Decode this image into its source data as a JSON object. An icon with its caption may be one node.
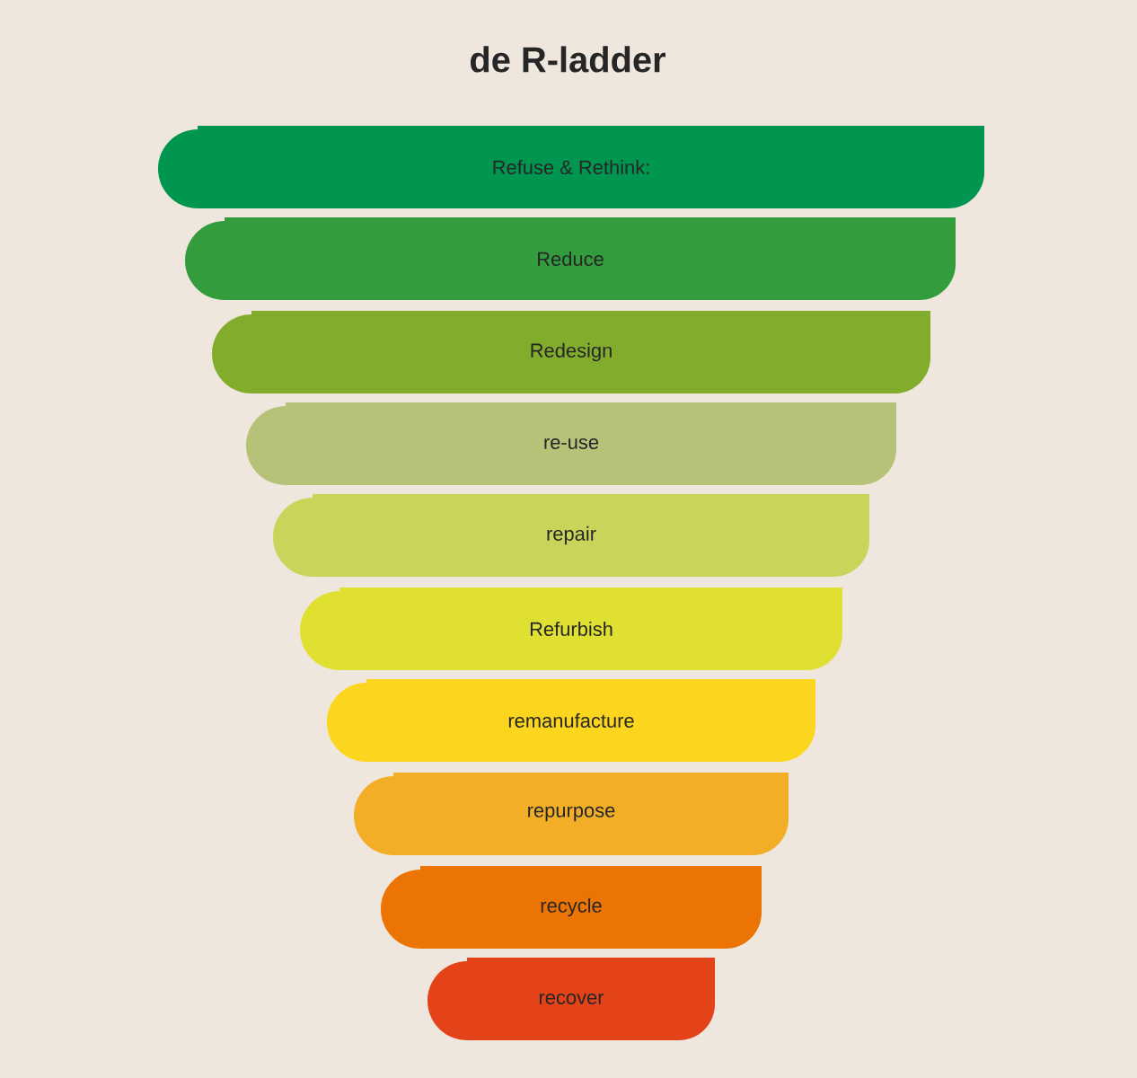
{
  "diagram": {
    "title": "de R-ladder",
    "nodes": [
      {
        "text": [
          "Refuse & Rethink:"
        ]
      },
      {
        "text": [
          "Reduce"
        ]
      },
      {
        "text": [
          "Redesign"
        ]
      },
      {
        "text": [
          "re-use"
        ]
      },
      {
        "text": [
          "repair"
        ]
      },
      {
        "text": [
          "Refurbish"
        ]
      },
      {
        "text": [
          "remanufacture"
        ]
      },
      {
        "text": [
          "repurpose"
        ]
      },
      {
        "text": [
          "recycle"
        ]
      },
      {
        "text": [
          "recover"
        ]
      }
    ]
  }
}
